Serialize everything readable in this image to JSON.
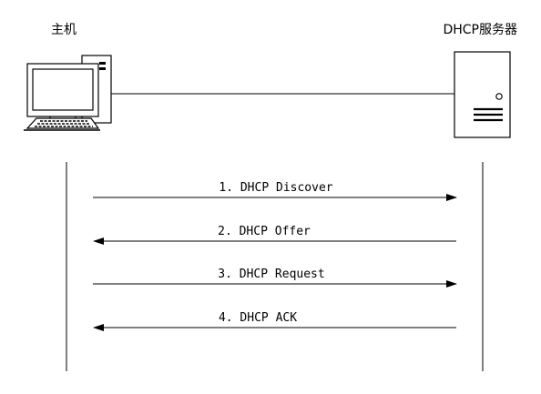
{
  "nodes": {
    "host": {
      "label": "主机"
    },
    "server": {
      "label": "DHCP服务器"
    }
  },
  "messages": [
    {
      "label": "1. DHCP Discover",
      "direction": "host-to-server"
    },
    {
      "label": "2. DHCP Offer",
      "direction": "server-to-host"
    },
    {
      "label": "3. DHCP Request",
      "direction": "host-to-server"
    },
    {
      "label": "4. DHCP ACK",
      "direction": "server-to-host"
    }
  ]
}
